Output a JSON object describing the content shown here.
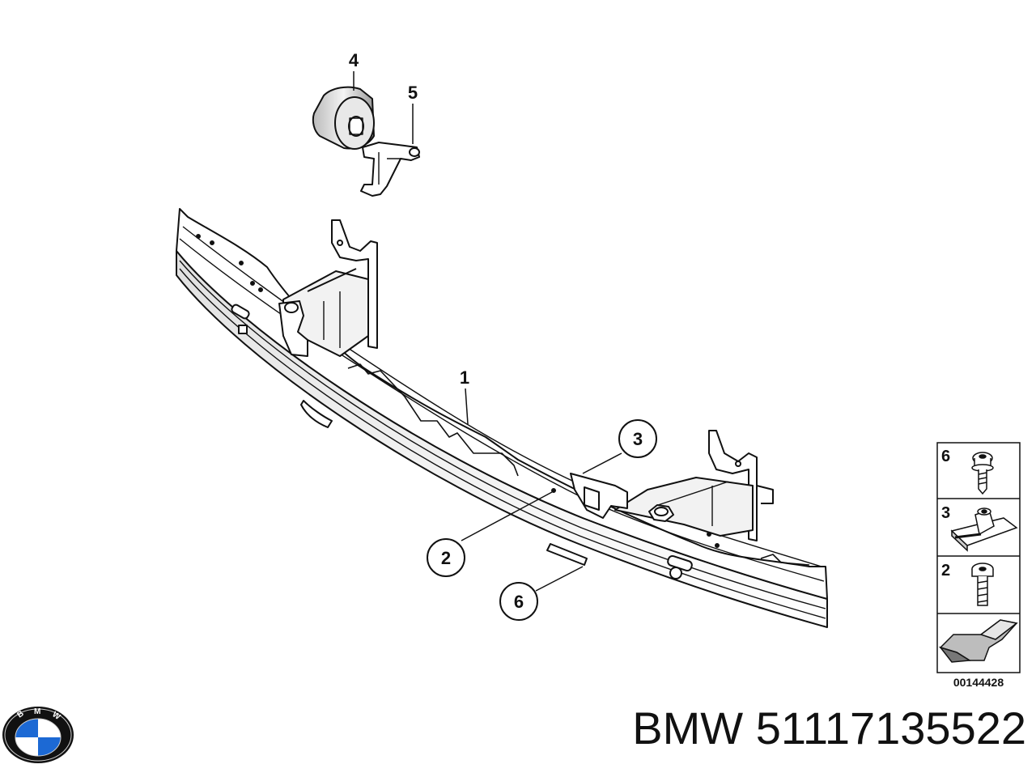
{
  "callouts": {
    "beam": "1",
    "clip_nut": "3",
    "screw": "2",
    "bolt": "6",
    "buffer": "4",
    "bracket": "5"
  },
  "legend": {
    "items": [
      {
        "number": "6",
        "icon": "bolt-with-washer-icon"
      },
      {
        "number": "3",
        "icon": "clip-nut-icon"
      },
      {
        "number": "2",
        "icon": "screw-icon"
      },
      {
        "number": "",
        "icon": "arrow-direction-icon"
      }
    ],
    "diagram_code": "00144428"
  },
  "footer": {
    "brand": "BMW",
    "part_number": "51117135522"
  },
  "logo": {
    "letters": "BMW",
    "icon": "bmw-roundel-logo",
    "colors": {
      "ring": "#111111",
      "blue": "#1c69d4",
      "white": "#ffffff"
    }
  }
}
